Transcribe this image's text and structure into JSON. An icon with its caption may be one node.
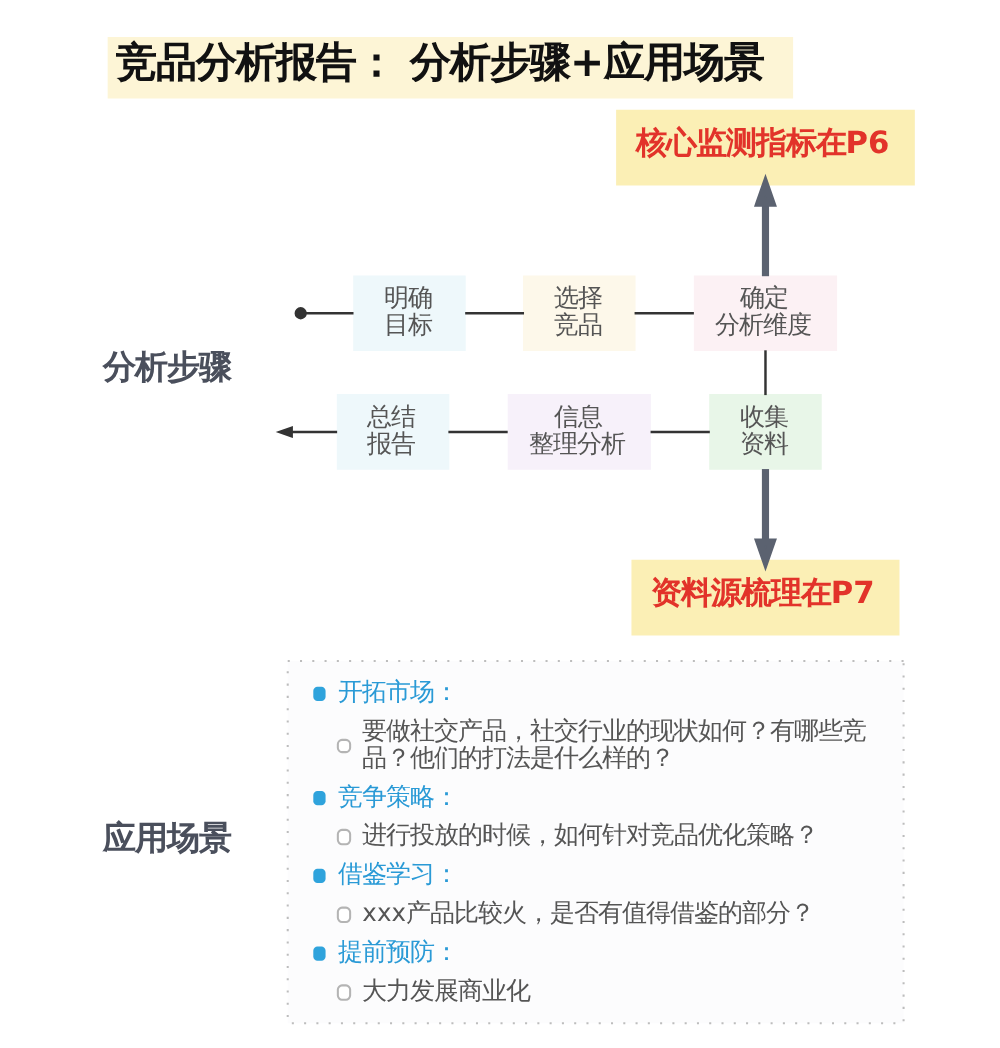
{
  "diagram": {
    "title": "竞品分析报告： 分析步骤+应用场景",
    "nodes": [
      {
        "text": [
          "核心监测指标在P6"
        ]
      },
      {
        "text": [
          "明确目标"
        ]
      },
      {
        "text": [
          "选择竞品"
        ]
      },
      {
        "text": [
          "确定分析维度"
        ]
      },
      {
        "text": [
          "总结报告"
        ]
      },
      {
        "text": [
          "信息整理分析"
        ]
      },
      {
        "text": [
          "收集资料"
        ]
      },
      {
        "text": [
          "资料源梳理在P7"
        ]
      },
      {
        "text": [
          "开拓市场：",
          "要做社交产品，社交行业的现状如何？有哪些竞品？他们的打法是什么样的？",
          "竞争策略：",
          "进行投放的时候，如何针对竞品优化策略？",
          "借鉴学习：",
          "xxx产品比较火，是否有值得借鉴的部分？",
          "提前预防：",
          "大力发展商业化"
        ]
      }
    ],
    "edges": [
      {
        "from": null,
        "to": 1,
        "arrow": "other"
      },
      {
        "from": 1,
        "to": 2,
        "arrow": "none"
      },
      {
        "from": 2,
        "to": 3,
        "arrow": "none"
      },
      {
        "from": 3,
        "to": 6,
        "arrow": "none"
      },
      {
        "from": 6,
        "to": 5,
        "arrow": "none"
      },
      {
        "from": 5,
        "to": 4,
        "arrow": "none"
      },
      {
        "from": 4,
        "to": null,
        "arrow": "to"
      },
      {
        "from": 3,
        "to": 0,
        "arrow": "to",
        "style": "thick",
        "color": "#5b6270"
      },
      {
        "from": 6,
        "to": 7,
        "arrow": "to",
        "style": "thick",
        "color": "#5b6270"
      }
    ],
    "labels": [
      "分析步骤",
      "应用场景"
    ]
  }
}
